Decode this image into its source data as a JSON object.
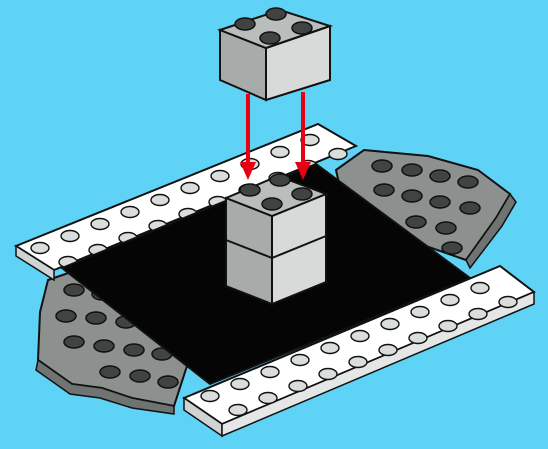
{
  "scene": {
    "colors": {
      "background": "#5fd3f5",
      "white_plate_top": "#ffffff",
      "white_plate_side": "#cfd3d3",
      "gray_wedge": "#8c908e",
      "gray_wedge_side": "#6f7371",
      "black_center": "#050505",
      "brick_top": "#b9bdbb",
      "brick_front": "#a7aba9",
      "brick_side": "#d7dad8",
      "stud_dark": "#3f4341",
      "arrow": "#e60012",
      "outline": "#111111"
    },
    "elements": {
      "white_plates": "white-plate",
      "gray_wedges": "gray-wedge-plate",
      "black_plate": "black-center-plate",
      "falling_brick": "2x2-brick",
      "stacked_bricks": "2x2-brick-stack",
      "arrows": "down-arrow"
    }
  }
}
